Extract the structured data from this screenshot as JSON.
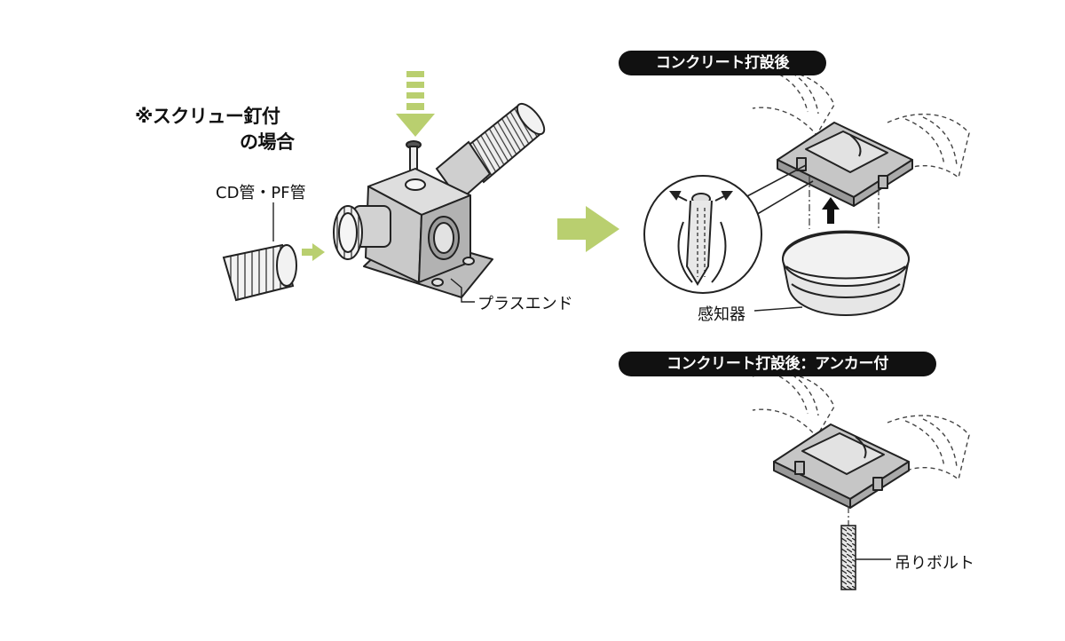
{
  "labels": {
    "screw_nail_note_line1": "※スクリュー釘付",
    "screw_nail_note_line2": "の場合",
    "conduit": "CD管・PF管",
    "plus_end": "プラスエンド",
    "sensor": "感知器",
    "hanging_bolt": "吊りボルト"
  },
  "banners": {
    "after_concrete": "コンクリート打設後",
    "after_concrete_anchor": "コンクリート打設後：アンカー付"
  },
  "colors": {
    "arrow_green": "#b9cf6f",
    "banner_bg": "#111111",
    "line": "#222222",
    "box_fill": "#d2d2d2",
    "box_dark": "#a9a9a9"
  }
}
